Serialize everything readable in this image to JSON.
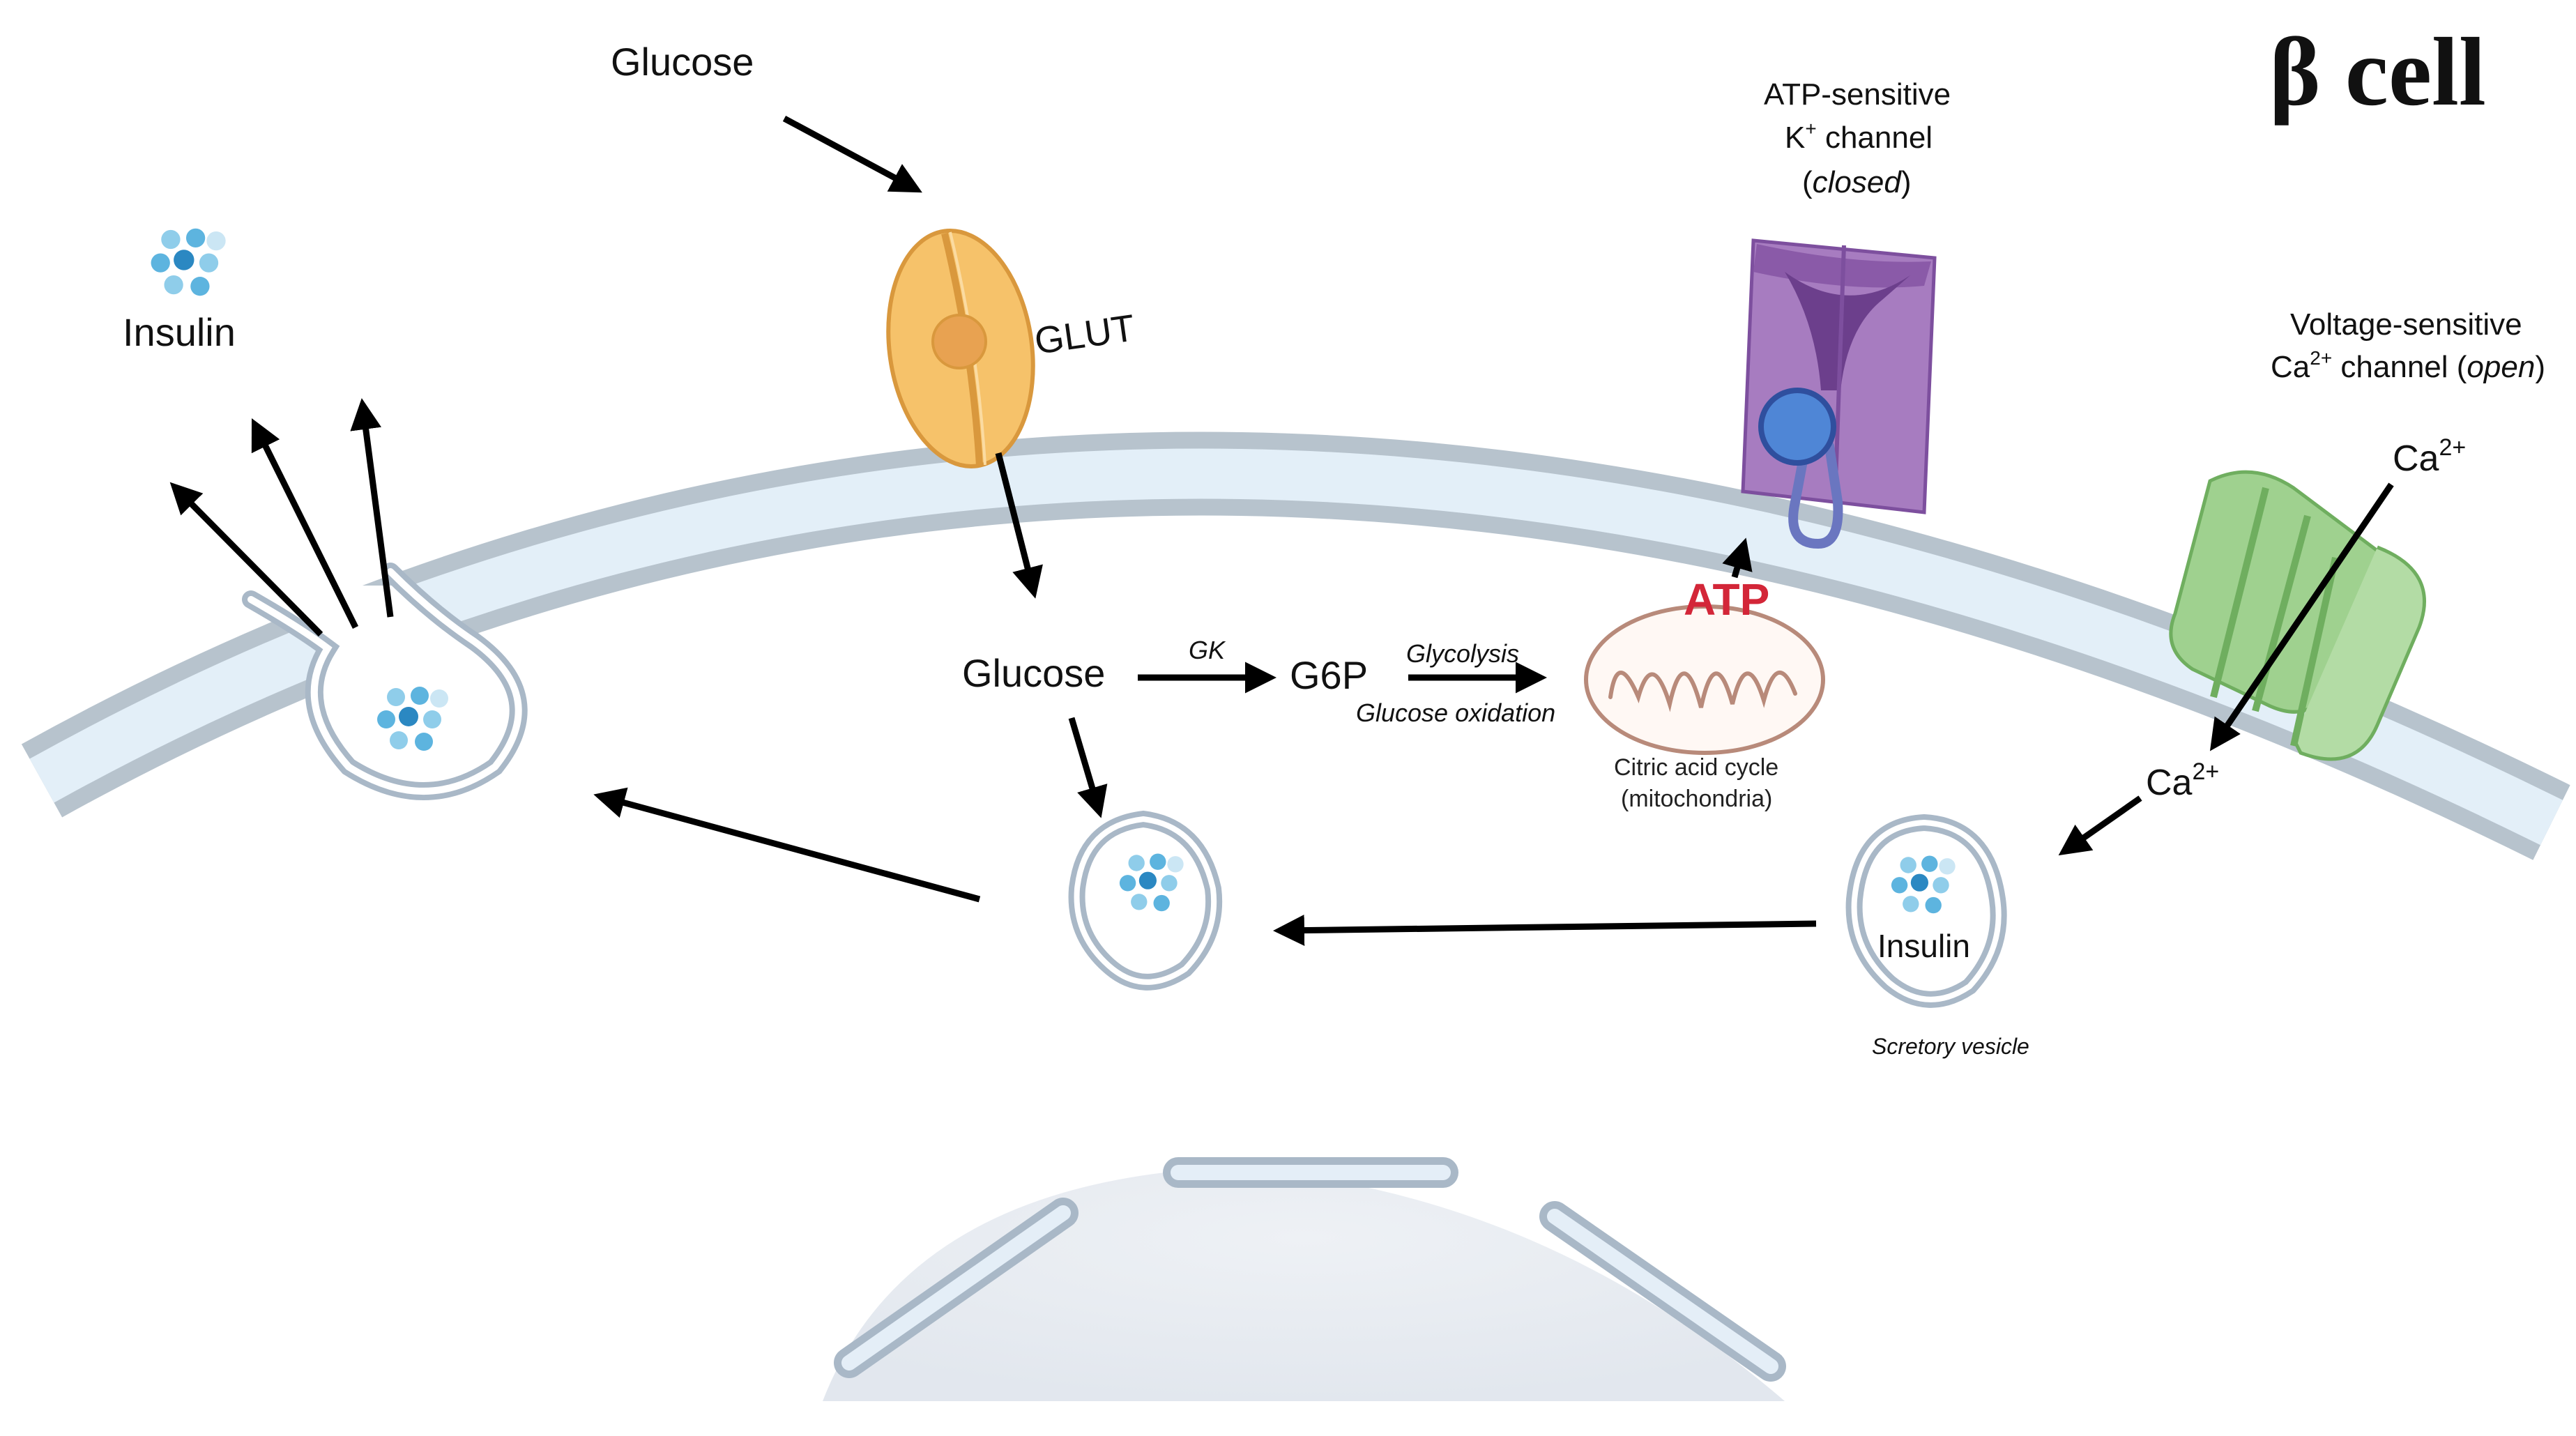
{
  "title": "β cell",
  "labels": {
    "glucose_outside": "Glucose",
    "glut": "GLUT",
    "insulin_released": "Insulin",
    "atp_channel_line1": "ATP-sensitive",
    "atp_channel_line2_prefix": "K",
    "atp_channel_line2_sup": "+",
    "atp_channel_line2_suffix": " channel",
    "atp_channel_line3_open": "(",
    "atp_channel_line3_state": "closed",
    "atp_channel_line3_close": ")",
    "ca_channel_line1": "Voltage-sensitive",
    "ca_channel_line2_prefix": "Ca",
    "ca_channel_line2_sup": "2+",
    "ca_channel_line2_mid": " channel (",
    "ca_channel_line2_state": "open",
    "ca_channel_line2_close": ")",
    "ca_outside_base": "Ca",
    "ca_outside_sup": "2+",
    "ca_inside_base": "Ca",
    "ca_inside_sup": "2+",
    "glucose_inside": "Glucose",
    "gk": "GK",
    "g6p": "G6P",
    "glycolysis": "Glycolysis",
    "glucose_oxidation": "Glucose oxidation",
    "atp": "ATP",
    "citric_line1": "Citric acid cycle",
    "citric_line2": "(mitochondria)",
    "vesicle_insulin": "Insulin",
    "secretory_vesicle": "Scretory vesicle"
  },
  "colors": {
    "membrane_outer": "#b7c3cd",
    "membrane_inner": "#e3eff8",
    "glut_fill": "#f6c26a",
    "glut_stroke": "#d9983d",
    "k_channel_fill": "#a77cc0",
    "k_channel_dark": "#7d4f9e",
    "ca_channel_fill": "#9fd18f",
    "ca_channel_dark": "#6fae5f",
    "insulin_dot": "#3a9ccf",
    "atp_red": "#d32638",
    "mito_stroke": "#b88a7a"
  }
}
